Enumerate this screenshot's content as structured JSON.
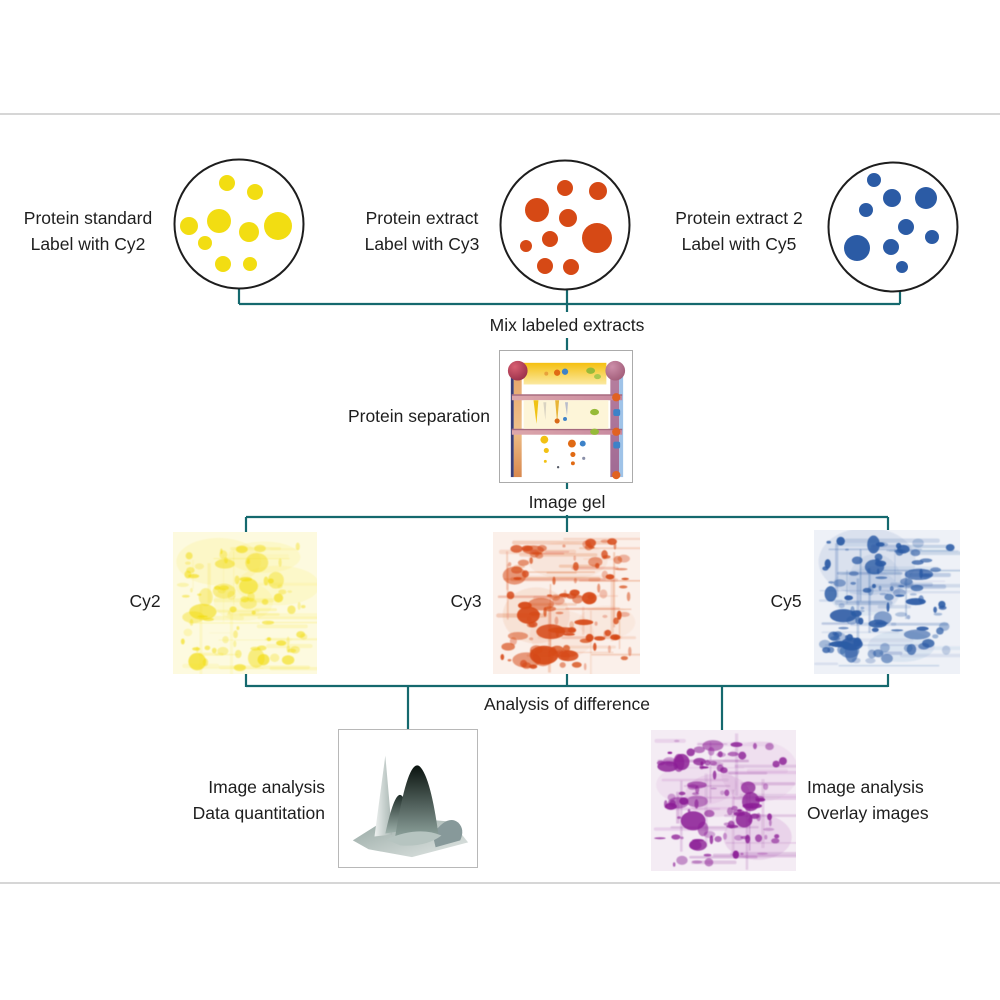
{
  "colors": {
    "connector": "#15696E",
    "text": "#1E1E1E",
    "rule": "#D6D6D6",
    "circle_stroke": "#1D1D1D",
    "cy2": "#F2DD12",
    "cy3": "#D64915",
    "cy5": "#2B5BA5",
    "overlay": "#8C1E96"
  },
  "samples": [
    {
      "line1": "Protein standard",
      "line2": "Label with Cy2",
      "dye": "cy2",
      "dots": [
        [
          54,
          25,
          8
        ],
        [
          82,
          34,
          8
        ],
        [
          16,
          68,
          9
        ],
        [
          46,
          63,
          12
        ],
        [
          76,
          74,
          10
        ],
        [
          105,
          68,
          14
        ],
        [
          32,
          85,
          7
        ],
        [
          50,
          106,
          8
        ],
        [
          77,
          106,
          7
        ]
      ]
    },
    {
      "line1": "Protein extract",
      "line2": "Label with Cy3",
      "dye": "cy3",
      "dots": [
        [
          66,
          29,
          8
        ],
        [
          99,
          32,
          9
        ],
        [
          38,
          51,
          12
        ],
        [
          69,
          59,
          9
        ],
        [
          98,
          79,
          15
        ],
        [
          27,
          87,
          6
        ],
        [
          51,
          80,
          8
        ],
        [
          46,
          107,
          8
        ],
        [
          72,
          108,
          8
        ]
      ]
    },
    {
      "line1": "Protein extract 2",
      "line2": "Label with Cy5",
      "dye": "cy5",
      "dots": [
        [
          47,
          19,
          7
        ],
        [
          65,
          37,
          9
        ],
        [
          99,
          37,
          11
        ],
        [
          39,
          49,
          7
        ],
        [
          79,
          66,
          8
        ],
        [
          105,
          76,
          7
        ],
        [
          30,
          87,
          13
        ],
        [
          64,
          86,
          8
        ],
        [
          75,
          106,
          6
        ]
      ]
    }
  ],
  "steps": {
    "mix": "Mix labeled extracts",
    "separation": "Protein separation",
    "image_gel": "Image gel",
    "analysis": "Analysis of difference"
  },
  "gels": [
    {
      "label": "Cy2",
      "dye": "cy2"
    },
    {
      "label": "Cy3",
      "dye": "cy3"
    },
    {
      "label": "Cy5",
      "dye": "cy5"
    }
  ],
  "outputs": [
    {
      "line1": "Image analysis",
      "line2": "Data quantitation"
    },
    {
      "line1": "Image analysis",
      "line2": "Overlay images"
    }
  ]
}
